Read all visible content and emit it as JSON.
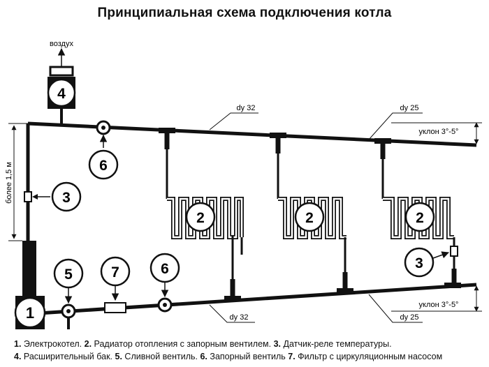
{
  "title": "Принципиальная схема подключения котла",
  "labels": {
    "air": "воздух",
    "height": "более 1,5 м",
    "slope_top": "уклон 3°-5°",
    "slope_bottom": "уклон 3°-5°",
    "dy32_top": "dy 32",
    "dy25_top": "dy 25",
    "dy32_bottom": "dy 32",
    "dy25_bottom": "dy 25"
  },
  "markers": {
    "m1": "1",
    "m2a": "2",
    "m2b": "2",
    "m2c": "2",
    "m3a": "3",
    "m3b": "3",
    "m4": "4",
    "m5": "5",
    "m6a": "6",
    "m6b": "6",
    "m7": "7"
  },
  "legend": {
    "line1": [
      {
        "num": "1.",
        "text": " Электрокотел. "
      },
      {
        "num": "2.",
        "text": " Радиатор отопления с запорным вентилем. "
      },
      {
        "num": "3.",
        "text": " Датчик-реле температуры."
      }
    ],
    "line2": [
      {
        "num": "4.",
        "text": " Расширительный бак. "
      },
      {
        "num": "5.",
        "text": " Сливной вентиль. "
      },
      {
        "num": "6.",
        "text": " Запорный вентиль "
      },
      {
        "num": "7.",
        "text": " Фильтр с циркуляционным насосом"
      }
    ]
  }
}
